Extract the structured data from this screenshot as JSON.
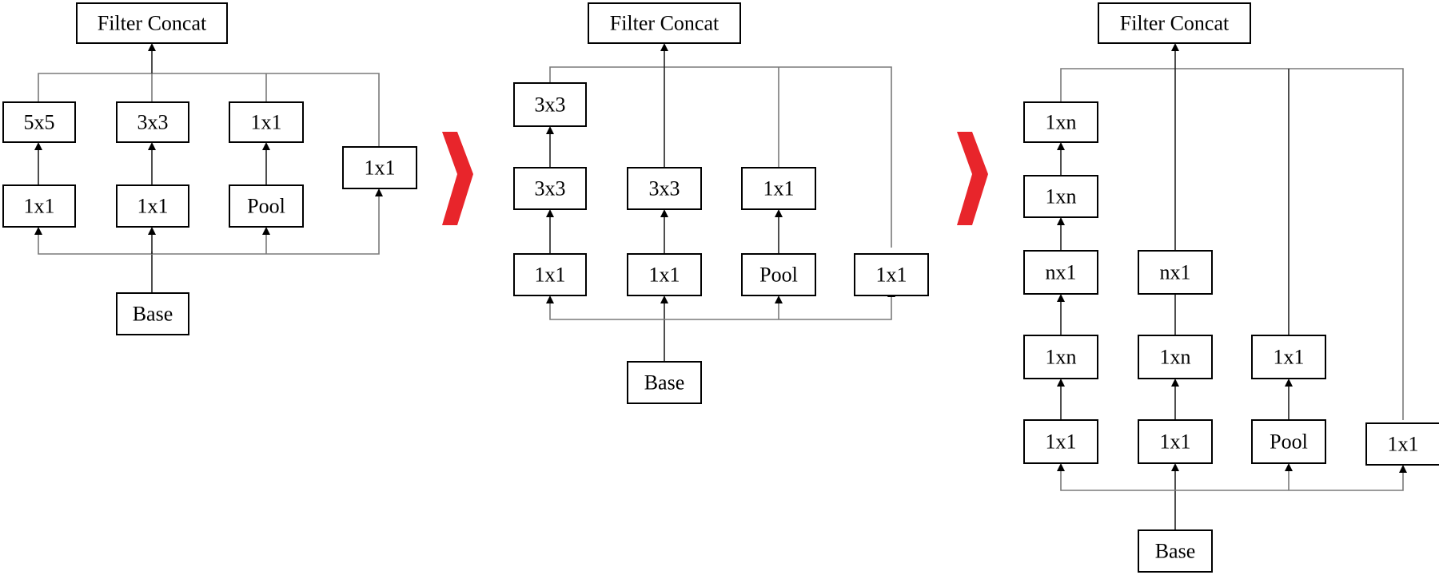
{
  "colors": {
    "box_border": "#000000",
    "line_dark": "#222222",
    "line_light": "#7a7a7a",
    "arrow_red": "#e8252b",
    "background": "#ffffff"
  },
  "panel1": {
    "concat": "Filter Concat",
    "branch1": {
      "top": "5x5",
      "bottom": "1x1"
    },
    "branch2": {
      "top": "3x3",
      "bottom": "1x1"
    },
    "branch3": {
      "top": "1x1",
      "bottom": "Pool"
    },
    "branch4": {
      "only": "1x1"
    },
    "base": "Base"
  },
  "panel2": {
    "concat": "Filter Concat",
    "branch1": {
      "top": "3x3",
      "mid": "3x3",
      "bottom": "1x1"
    },
    "branch2": {
      "mid": "3x3",
      "bottom": "1x1"
    },
    "branch3": {
      "mid": "1x1",
      "bottom": "Pool"
    },
    "branch4": {
      "only": "1x1"
    },
    "base": "Base"
  },
  "panel3": {
    "concat": "Filter Concat",
    "branch1": {
      "l5": "1xn",
      "l4": "1xn",
      "l3": "nx1",
      "l2": "1xn",
      "l1": "1x1"
    },
    "branch2": {
      "l3": "nx1",
      "l2": "1xn",
      "l1": "1x1"
    },
    "branch3": {
      "l2": "1x1",
      "l1": "Pool"
    },
    "branch4": {
      "only": "1x1"
    },
    "base": "Base"
  },
  "transition_arrows": [
    "red-chevron-1",
    "red-chevron-2"
  ]
}
